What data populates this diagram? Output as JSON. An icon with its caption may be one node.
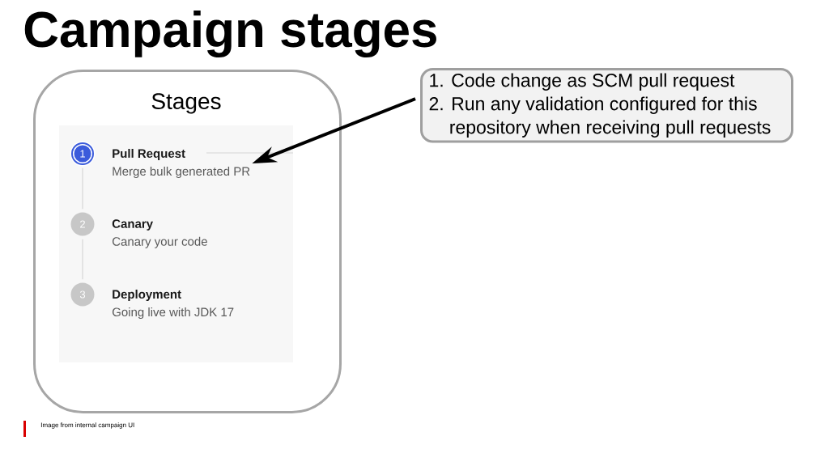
{
  "diagram": {
    "title": "Campaign stages",
    "caption": "Image from internal campaign UI",
    "nodes": [
      {
        "text": [
          "Stages"
        ]
      },
      {
        "text": [
          "1"
        ],
        "in": 0
      },
      {
        "text": [
          "Pull Request",
          "Merge bulk generated PR"
        ],
        "in": 0
      },
      {
        "text": [
          "2"
        ],
        "in": 0
      },
      {
        "text": [
          "Canary",
          "Canary your code"
        ],
        "in": 0
      },
      {
        "text": [
          "3"
        ],
        "in": 0
      },
      {
        "text": [
          "Deployment",
          "Going live with JDK 17"
        ],
        "in": 0
      },
      {
        "text": [
          "1. Code change as SCM pull request",
          "2. Run any validation configured for this repository when receiving pull requests"
        ]
      }
    ],
    "edges": [
      {
        "from": 7,
        "to": 2,
        "arrow": "to",
        "style": "thick",
        "color": "#000000"
      },
      {
        "from": 1,
        "to": 3,
        "arrow": "none",
        "color": "#dddddd"
      },
      {
        "from": 3,
        "to": 5,
        "arrow": "none",
        "color": "#dddddd"
      }
    ]
  }
}
